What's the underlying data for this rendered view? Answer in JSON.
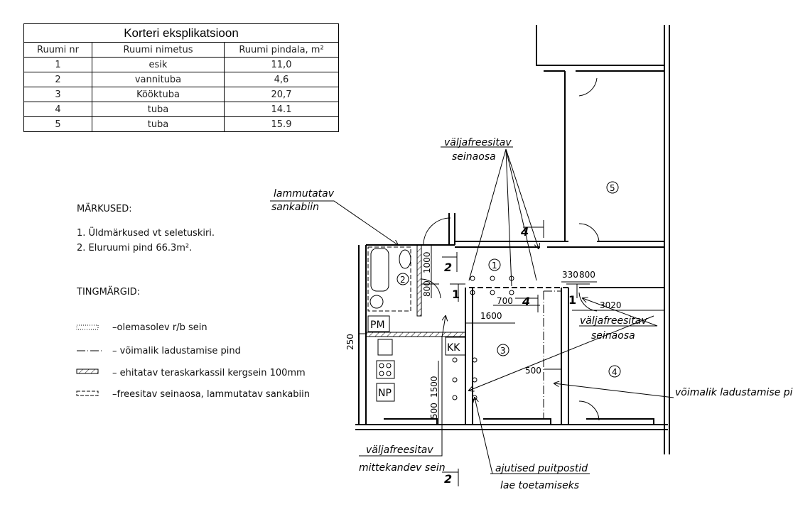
{
  "table": {
    "title": "Korteri eksplikatsioon",
    "headers": [
      "Ruumi nr",
      "Ruumi nimetus",
      "Ruumi pindala, m²"
    ],
    "rows": [
      [
        "1",
        "esik",
        "11,0"
      ],
      [
        "2",
        "vannituba",
        "4,6"
      ],
      [
        "3",
        "Kööktuba",
        "20,7"
      ],
      [
        "4",
        "tuba",
        "14.1"
      ],
      [
        "5",
        "tuba",
        "15.9"
      ]
    ]
  },
  "notes": {
    "heading": "MÄRKUSED:",
    "items": [
      "1. Üldmärkused vt seletuskiri.",
      "2. Eluruumi pind 66.3m²."
    ]
  },
  "legend": {
    "heading": "TINGMÄRGID:",
    "items": [
      "–olemasolev r/b sein",
      "–  võimalik ladustamise pind",
      "–  ehitatav teraskarkassil kergsein 100mm",
      "–freesitav seinaosa, lammutatav sankabiin"
    ]
  },
  "callouts": {
    "wall_top_1": "väljafreesitav",
    "wall_top_2": "seinaosa",
    "bath_1": "lammutatav",
    "bath_2": "sankabiin",
    "wall_right_1": "väljafreesitav",
    "wall_right_2": "seinaosa",
    "storage": "võimalik ladustamise pind",
    "nonbearing_1": "väljafreesitav",
    "nonbearing_2": "mittekandev sein",
    "posts_1": "ajutised puitpostid",
    "posts_2": "lae toetamiseks"
  },
  "rooms": [
    "1",
    "2",
    "3",
    "4",
    "5"
  ],
  "fixtures": {
    "pm": "PM",
    "kk": "KK",
    "np": "NP"
  },
  "dimensions": {
    "d1000": "1000",
    "d800": "800",
    "d1600": "1600",
    "d700": "700",
    "d330": "330",
    "d800b": "800",
    "d3020": "3020",
    "d500a": "500",
    "d1500": "1500",
    "d500b": "500",
    "d250": "250"
  },
  "sections": {
    "s2a": "2",
    "s1a": "1",
    "s4a": "4",
    "s4b": "4",
    "s1b": "1",
    "s2b": "2"
  }
}
